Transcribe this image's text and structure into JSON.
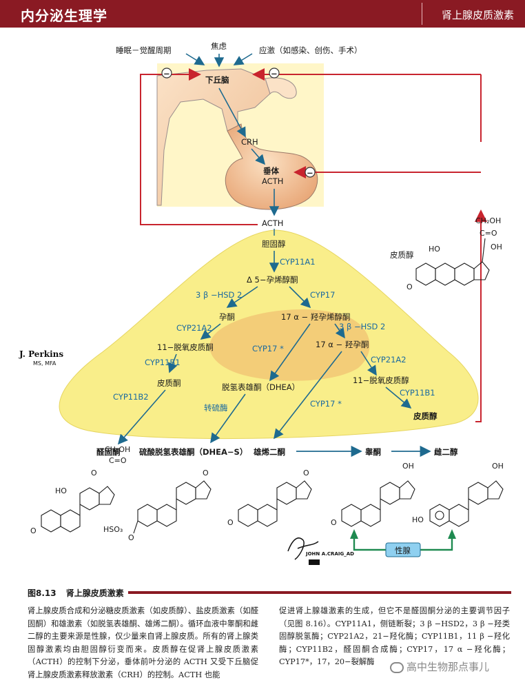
{
  "header": {
    "left": "内分泌生理学",
    "right": "肾上腺皮质激素"
  },
  "inputs": {
    "sleep": "睡眠－觉醒周期",
    "anxiety": "焦虑",
    "stress": "应激（如感染、创伤、手术）"
  },
  "organs": {
    "hypothalamus": "下丘脑",
    "crh": "CRH",
    "pituitary": "垂体",
    "acth1": "ACTH",
    "acth2": "ACTH",
    "minus": "−"
  },
  "pathway": {
    "cholesterol": "胆固醇",
    "cyp11a1": "CYP11A1",
    "pregnenolone": "Δ 5−孕烯醇酮",
    "hsd_left": "3 β −HSD 2",
    "cyp17_top": "CYP17",
    "progesterone": "孕酮",
    "oh_pregnenolone": "17 α − 羟孕烯醇酮",
    "hsd_right": "3 β −HSD 2",
    "cyp21a2_left": "CYP21A2",
    "deoxycorticosterone": "11−脱氧皮质酮",
    "cyp17_star": "CYP17 *",
    "oh_progesterone": "17 α − 羟孕酮",
    "cyp11b1_left": "CYP11B1",
    "cyp21a2_right": "CYP21A2",
    "corticosterone": "皮质酮",
    "dhea": "脱氢表雄酮（DHEA）",
    "deoxycortisol": "11−脱氧皮质醇",
    "cyp11b2": "CYP11B2",
    "sulfotransferase": "转硫酶",
    "cyp17_star2": "CYP17 *",
    "cyp11b1_right": "CYP11B1",
    "cortisol": "皮质醇",
    "aldosterone": "醛固酮",
    "dheas": "硫酸脱氢表雄酮（DHEA−S）",
    "androstenedione": "雄烯二酮",
    "testosterone": "睾酮",
    "estradiol": "雌二醇",
    "gonad": "性腺"
  },
  "structure_labels": {
    "cortisol_name": "皮质醇",
    "ch2oh": "CH₂OH",
    "co": "C=O",
    "oh": "OH",
    "ho": "HO",
    "o": "O",
    "hso3": "HSO₃"
  },
  "signature": {
    "name": "J. Perkins",
    "degree": "MS, MFA",
    "artist": "JOHN A.CRAIG_AD"
  },
  "caption": {
    "num": "图8.13",
    "title": "肾上腺皮质激素"
  },
  "body": {
    "col1": "肾上腺皮质合成和分泌糖皮质激素（如皮质醇）、盐皮质激素（如醛固酮）和雄激素（如脱氢表雄酮、雄烯二酮）。循环血液中睾酮和雌二醇的主要来源是性腺，仅少量来自肾上腺皮质。所有的肾上腺类固醇激素均由胆固醇衍变而来。皮质醇在促肾上腺皮质激素（ACTH）的控制下分泌，垂体前叶分泌的 ACTH 又受下丘脑促肾上腺皮质激素释放激素（CRH）的控制。ACTH 也能",
    "col2": "促进肾上腺雄激素的生成，但它不是醛固酮分泌的主要调节因子（见图 8.16）。CYP11A1，侧链断裂；3 β −HSD2，3 β −羟类固醇脱氢酶；CYP21A2，21−羟化酶；CYP11B1，11 β −羟化酶；CYP11B2，醛固酮合成酶；CYP17，17 α −羟化酶；CYP17*，17，20−裂解酶"
  },
  "watermark": "高中生物那点事儿",
  "colors": {
    "header": "#8a1a23",
    "feedback": "#c8242e",
    "enzyme": "#1a6aa0",
    "arrow": "#1e6a8f",
    "gland": "#f7e27a"
  }
}
